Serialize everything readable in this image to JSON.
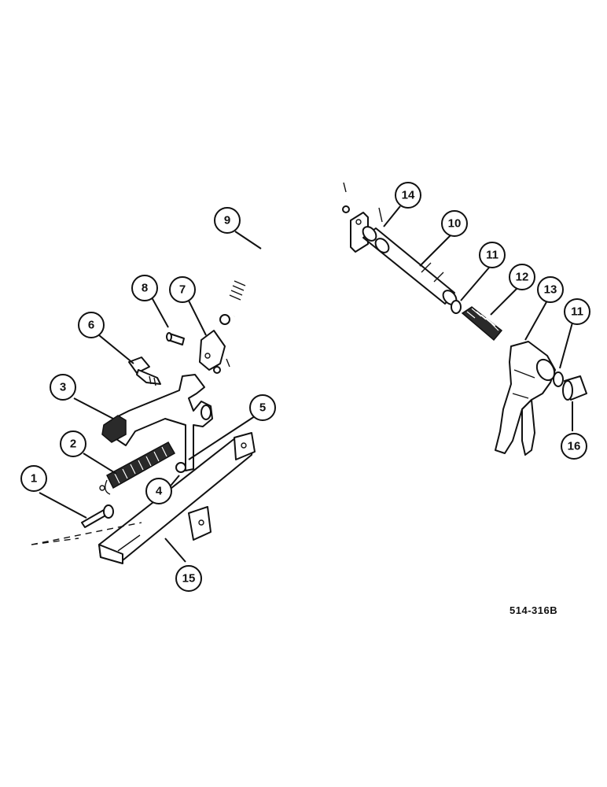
{
  "diagram": {
    "reference_code": "514-316B",
    "callouts": [
      {
        "label": "1"
      },
      {
        "label": "2"
      },
      {
        "label": "3"
      },
      {
        "label": "4"
      },
      {
        "label": "5"
      },
      {
        "label": "6"
      },
      {
        "label": "7"
      },
      {
        "label": "8"
      },
      {
        "label": "9"
      },
      {
        "label": "10"
      },
      {
        "label": "11"
      },
      {
        "label": "12"
      },
      {
        "label": "13"
      },
      {
        "label": "11"
      },
      {
        "label": "14"
      },
      {
        "label": "15"
      },
      {
        "label": "16"
      }
    ]
  },
  "colors": {
    "ink": "#111111",
    "paper": "#ffffff"
  }
}
